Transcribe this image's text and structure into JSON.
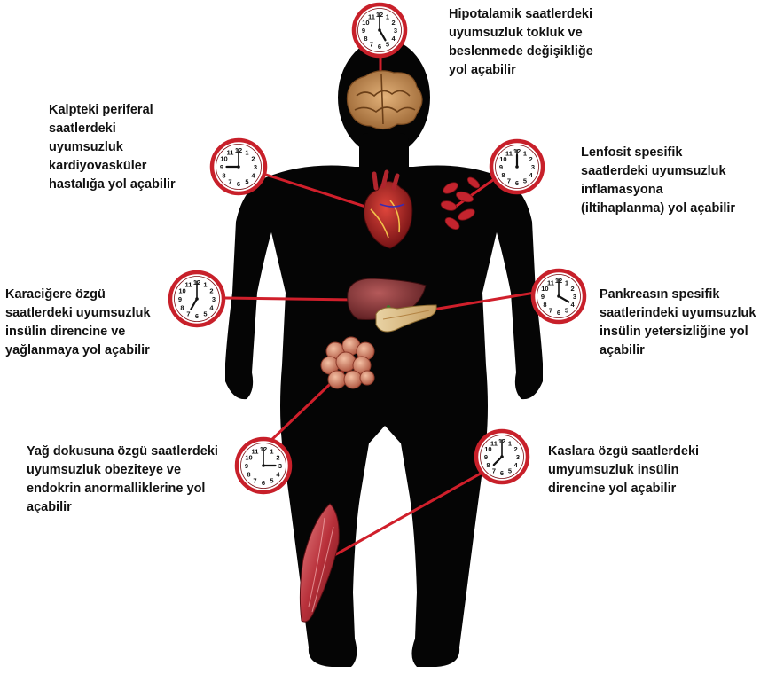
{
  "captions": {
    "hypothalamus": "Hipotalamik saatlerdeki\nuyumsuzluk tokluk ve\nbeslenmede değişikliğe\nyol açabilir",
    "heart": "Kalpteki periferal\nsaatlerdeki\nuyumsuzluk\nkardiyovasküler\nhastalığa yol açabilir",
    "lymphocyte": "Lenfosit spesifik\nsaatlerdeki uyumsuzluk\ninflamasyona\n(iltihaplanma) yol açabilir",
    "liver": "Karaciğere özgü\nsaatlerdeki uyumsuzluk\ninsülin direncine ve\nyağlanmaya yol açabilir",
    "pancreas": "Pankreasın spesifik\nsaatlerindeki uyumsuzluk\ninsülin yetersizliğine yol\naçabilir",
    "fat": "Yağ dokusuna özgü saatlerdeki\nuyumsuzluk obeziteye ve\nendokrin anormalliklerine yol\naçabilir",
    "muscle": "Kaslara özgü saatlerdeki\numyumsuzluk insülin\ndirencine yol açabilir"
  },
  "clock_numerals": [
    "12",
    "1",
    "2",
    "3",
    "4",
    "5",
    "6",
    "7",
    "8",
    "9",
    "10",
    "11"
  ],
  "colors": {
    "silhouette": "#050505",
    "clock_rim": "#c8202a",
    "connector": "#d01f2b",
    "text": "#111111"
  },
  "icons": [
    "clock-icon",
    "brain-icon",
    "heart-icon",
    "red-blood-cells-icon",
    "liver-icon",
    "pancreas-icon",
    "fat-tissue-icon",
    "muscle-icon"
  ]
}
